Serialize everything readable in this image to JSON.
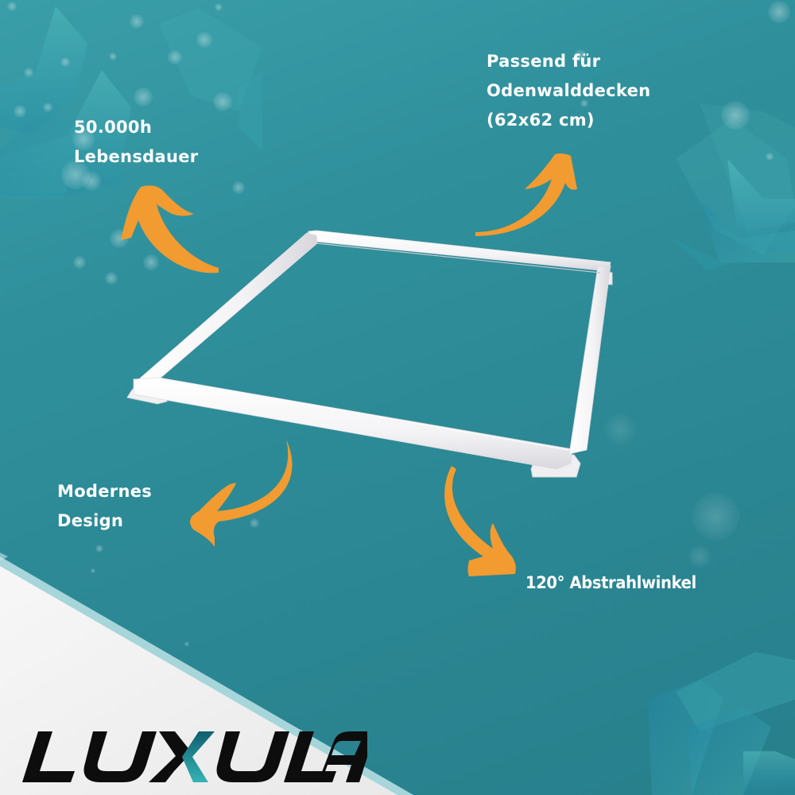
{
  "brand": {
    "name": "LUXULA",
    "logo_color": "#0d0d0d",
    "logo_accent_color": "#2a9fa8"
  },
  "colors": {
    "background_teal": "#2b8894",
    "background_light": "#f0f0f0",
    "band_light_teal": "#a6d5da",
    "arrow_orange": "#f29b30",
    "text_white": "#ffffff",
    "frame_white": "#f8f8f8"
  },
  "features": {
    "lifetime": {
      "line1": "50.000h",
      "line2": "Lebensdauer",
      "icon": "curved-arrow-up-left-icon"
    },
    "fit": {
      "line1": "Passend für",
      "line2": "Odenwalddecken",
      "line3": "(62x62 cm)",
      "icon": "curved-arrow-up-right-icon"
    },
    "design": {
      "line1": "Modernes",
      "line2": "Design",
      "icon": "curved-arrow-down-left-icon"
    },
    "angle": {
      "line1": "120° Abstrahlwinkel",
      "icon": "curved-arrow-down-right-icon"
    }
  },
  "product": {
    "name": "Aufbaurahmen (white surface-mount frame)",
    "icon": "mounting-frame-image"
  }
}
